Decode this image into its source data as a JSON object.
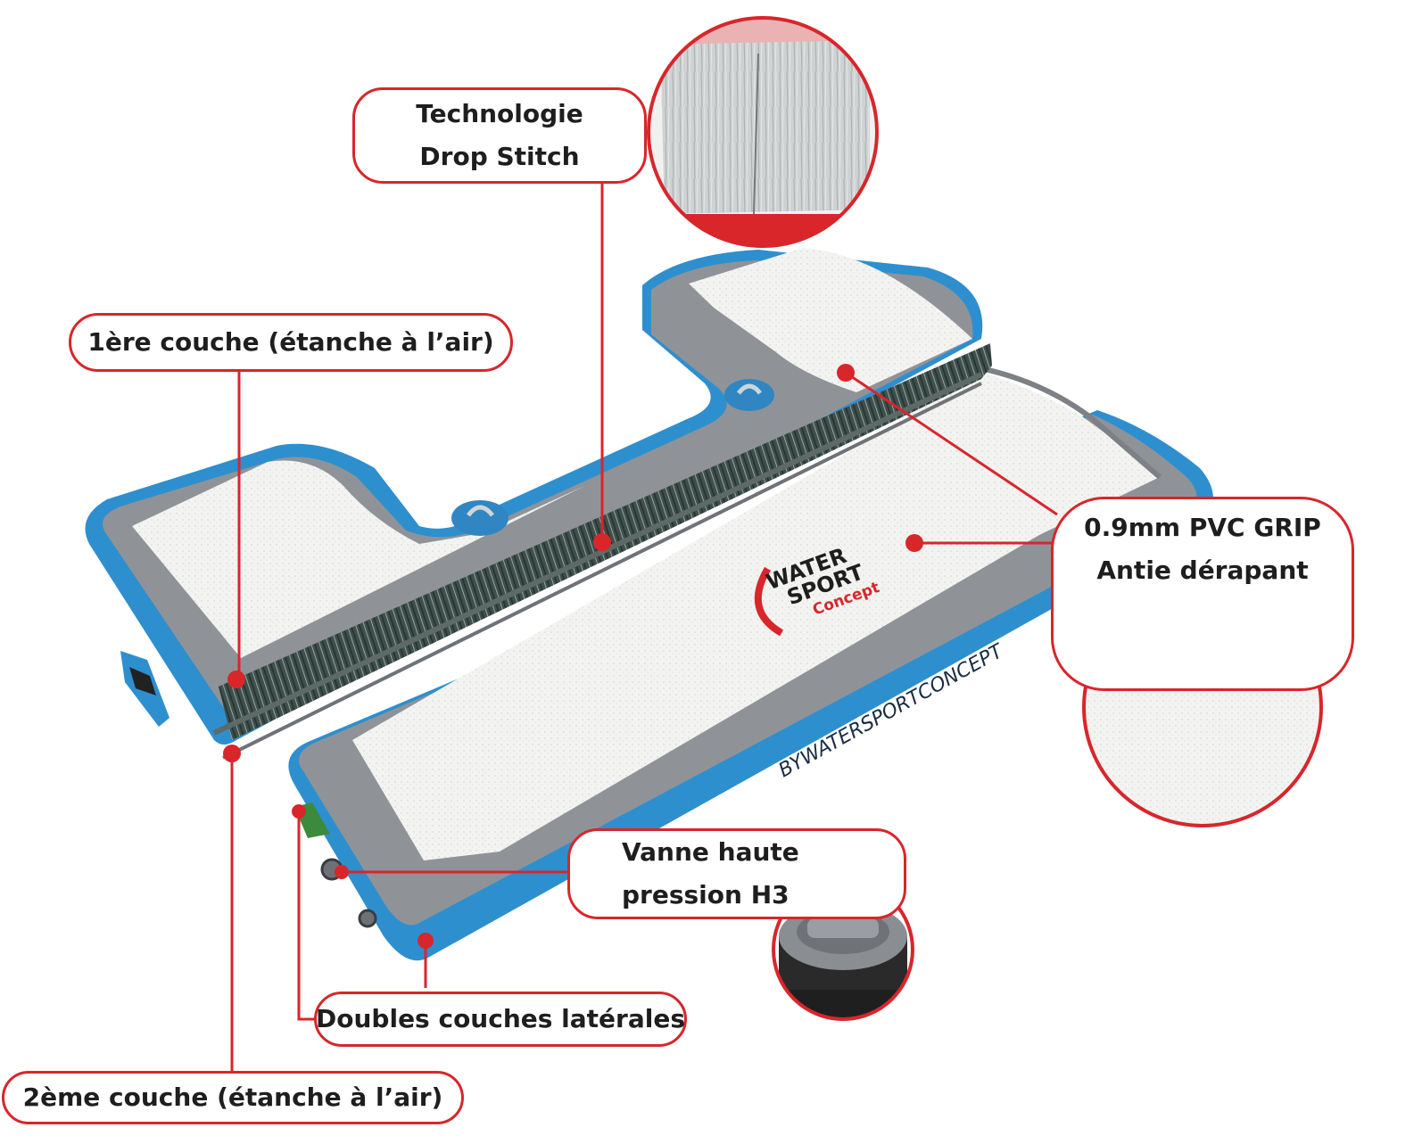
{
  "brand": {
    "logo_text": [
      "WATER",
      "SPORT",
      "Concept"
    ],
    "side_print": "BYWATERSPORTCONCEPT"
  },
  "colors": {
    "accent": "#d8262b",
    "board_blue": "#2e8fcf",
    "board_grey": "#8f9398",
    "grip_white": "#f3f3f1",
    "dropstitch_dark": "#3f4f4c"
  },
  "callouts": {
    "drop_stitch": {
      "line1": "Technologie",
      "line2": "Drop Stitch"
    },
    "layer1": {
      "label": "1ère couche (étanche à l’air)"
    },
    "pvc_grip": {
      "line1": "0.9mm PVC GRIP",
      "line2": "Antie dérapant"
    },
    "valve": {
      "line1": "Vanne haute",
      "line2": "pression H3"
    },
    "side_layers": {
      "label": "Doubles couches latérales"
    },
    "layer2": {
      "label": "2ème couche (étanche à l’air)"
    }
  },
  "insets": [
    {
      "name": "drop-stitch-closeup",
      "depicts": "drop-stitch-fabric"
    },
    {
      "name": "grip-texture-closeup",
      "depicts": "pvc-grip-texture"
    },
    {
      "name": "valve-closeup",
      "depicts": "h3-valve"
    }
  ]
}
